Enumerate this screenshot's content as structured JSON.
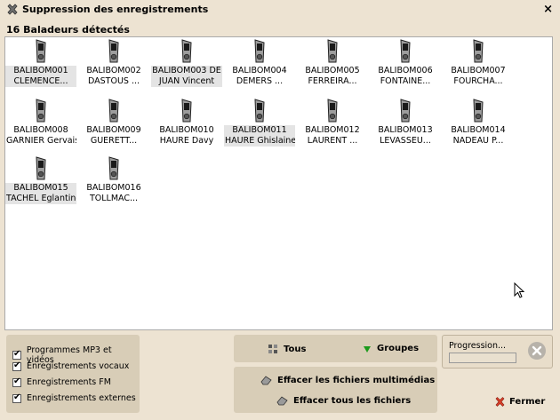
{
  "window": {
    "title": "Suppression des enregistrements"
  },
  "header": {
    "devices_found": "16 Baladeurs détectés"
  },
  "devices": [
    {
      "line1": "BALIBOM001",
      "line2": "CLEMENCE...",
      "selected": true
    },
    {
      "line1": "BALIBOM002",
      "line2": "DASTOUS ...",
      "selected": false
    },
    {
      "line1": "BALIBOM003 DE",
      "line2": "JUAN Vincent",
      "selected": true
    },
    {
      "line1": "BALIBOM004",
      "line2": "DEMERS ...",
      "selected": false
    },
    {
      "line1": "BALIBOM005",
      "line2": "FERREIRA...",
      "selected": false
    },
    {
      "line1": "BALIBOM006",
      "line2": "FONTAINE...",
      "selected": false
    },
    {
      "line1": "BALIBOM007",
      "line2": "FOURCHA...",
      "selected": false
    },
    {
      "line1": "BALIBOM008",
      "line2": "GARNIER Gervais",
      "selected": false
    },
    {
      "line1": "BALIBOM009",
      "line2": "GUERETT...",
      "selected": false
    },
    {
      "line1": "BALIBOM010",
      "line2": "HAURE Davy",
      "selected": false
    },
    {
      "line1": "BALIBOM011",
      "line2": "HAURE Ghislaine",
      "selected": true
    },
    {
      "line1": "BALIBOM012",
      "line2": "LAURENT ...",
      "selected": false
    },
    {
      "line1": "BALIBOM013",
      "line2": "LEVASSEU...",
      "selected": false
    },
    {
      "line1": "BALIBOM014",
      "line2": "NADEAU P...",
      "selected": false
    },
    {
      "line1": "BALIBOM015",
      "line2": "TACHEL Eglantine",
      "selected": true
    },
    {
      "line1": "BALIBOM016",
      "line2": "TOLLMAC...",
      "selected": false
    }
  ],
  "options": {
    "mp3": "Programmes MP3 et vidéos",
    "vocal": "Enregistrements vocaux",
    "fm": "Enregistrements FM",
    "external": "Enregistrements externes"
  },
  "selection": {
    "all_label": "Tous",
    "groups_label": "Groupes"
  },
  "actions": {
    "delete_multimedia": "Effacer les fichiers multimédias",
    "delete_all": "Effacer tous les fichiers"
  },
  "progress": {
    "label": "Progression...",
    "value": 0
  },
  "footer": {
    "close_label": "Fermer"
  },
  "colors": {
    "window_bg": "#ede3d2",
    "panel_bg": "#d8cdb7",
    "groups_arrow": "#1c9a1c",
    "close_red": "#d9402a"
  }
}
